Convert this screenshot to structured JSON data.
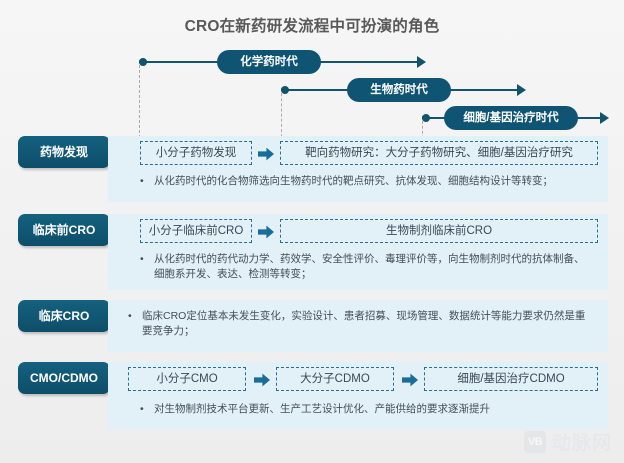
{
  "title": "CRO在新药研发流程中可扮演的角色",
  "timeline": {
    "eras": [
      {
        "label": "化学药时代"
      },
      {
        "label": "生物药时代"
      },
      {
        "label": "细胞/基因治疗时代"
      }
    ]
  },
  "rows": [
    {
      "label": "药物发现",
      "boxes": [
        {
          "text": "小分子药物发现"
        },
        {
          "text": "靶向药物研究：大分子药物研究、细胞/基因治疗研究"
        }
      ],
      "bullets": [
        {
          "marker": "•",
          "text": "从化药时代的化合物筛选向生物药时代的靶点研究、抗体发现、细胞结构设计等转变；"
        }
      ]
    },
    {
      "label": "临床前CRO",
      "boxes": [
        {
          "text": "小分子临床前CRO"
        },
        {
          "text": "生物制剂临床前CRO"
        }
      ],
      "bullets": [
        {
          "marker": "•",
          "text": "从化药时代的药代动力学、药效学、安全性评价、毒理评价等，向生物制剂时代的抗体制备、细胞系开发、表达、检测等转变；"
        }
      ]
    },
    {
      "label": "临床CRO",
      "boxes": [],
      "bullets": [
        {
          "marker": "•",
          "text": "临床CRO定位基本未发生变化，实验设计、患者招募、现场管理、数据统计等能力要求仍然是重要竞争力；"
        }
      ]
    },
    {
      "label": "CMO/CDMO",
      "boxes": [
        {
          "text": "小分子CMO"
        },
        {
          "text": "大分子CDMO"
        },
        {
          "text": "细胞/基因治疗CDMO"
        }
      ],
      "bullets": [
        {
          "marker": "•",
          "text": "对生物制剂技术平台更新、生产工艺设计优化、产能供给的要求逐渐提升"
        }
      ]
    }
  ],
  "watermark": {
    "badge": "VB",
    "text": "动脉网"
  },
  "colors": {
    "brand_dark": "#0f5473",
    "brand_mid": "#1b6d99",
    "panel_bg": "#e2f0f8",
    "slide_bg": "#f2f2f2",
    "title_color": "#595959"
  }
}
